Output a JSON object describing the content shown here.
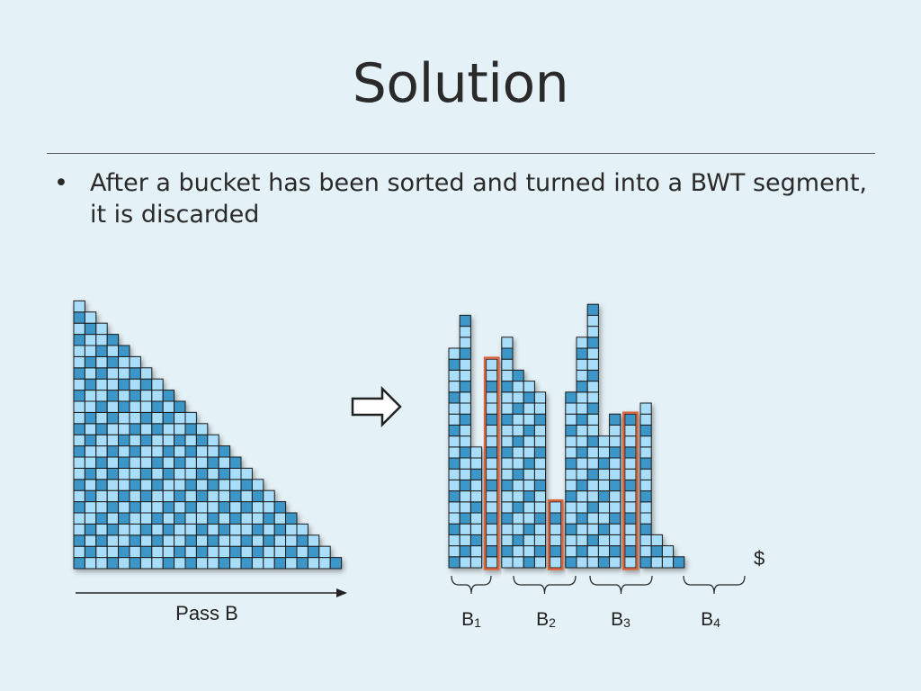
{
  "slide": {
    "title": "Solution",
    "bullets": [
      "After a bucket has been sorted and turned into a BWT segment, it is discarded"
    ]
  },
  "figure": {
    "left_label": "Pass B",
    "end_marker": "$",
    "buckets": [
      {
        "base": "B",
        "sub": "1"
      },
      {
        "base": "B",
        "sub": "2"
      },
      {
        "base": "B",
        "sub": "3"
      },
      {
        "base": "B",
        "sub": "4"
      }
    ]
  },
  "colors": {
    "background": "#e4f1f6",
    "cell_dark": "#3d96c8",
    "cell_light": "#a8defa",
    "outline": "#1a1a1a",
    "segment_highlight": "#d9633a"
  },
  "icons": {
    "transform_arrow": "hollow-right-arrow-icon",
    "axis_arrow": "right-arrow-icon"
  }
}
